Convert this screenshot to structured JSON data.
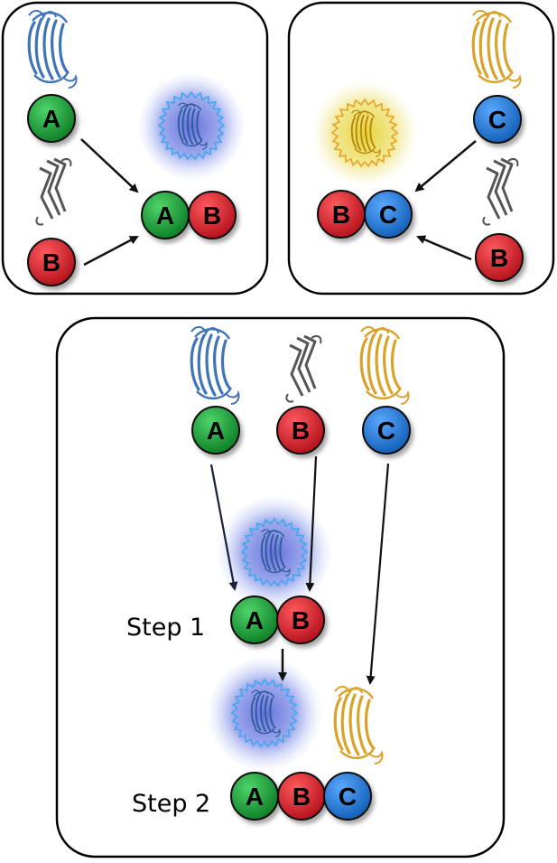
{
  "panels": {
    "top_left": {
      "nodes": {
        "a": "A",
        "b": "B",
        "complex_a": "A",
        "complex_b": "B"
      }
    },
    "top_right": {
      "nodes": {
        "c": "C",
        "b": "B",
        "complex_b": "B",
        "complex_c": "C"
      }
    },
    "bottom": {
      "nodes": {
        "a": "A",
        "b": "B",
        "c": "C",
        "step1_a": "A",
        "step1_b": "B",
        "step2_a": "A",
        "step2_b": "B",
        "step2_c": "C"
      },
      "step1_label": "Step 1",
      "step2_label": "Step 2"
    }
  },
  "colors": {
    "A": "#1aa238",
    "B": "#e4232f",
    "C": "#1f7fe0",
    "glow_blue": "#6f7fe0",
    "glow_yellow": "#eadb45",
    "protein_blue": "#3f74b8",
    "protein_gray": "#555555",
    "protein_gold": "#d9a32a"
  },
  "icons": [
    "protein-structure-icon",
    "fluorescence-glow-icon",
    "arrow-icon"
  ]
}
